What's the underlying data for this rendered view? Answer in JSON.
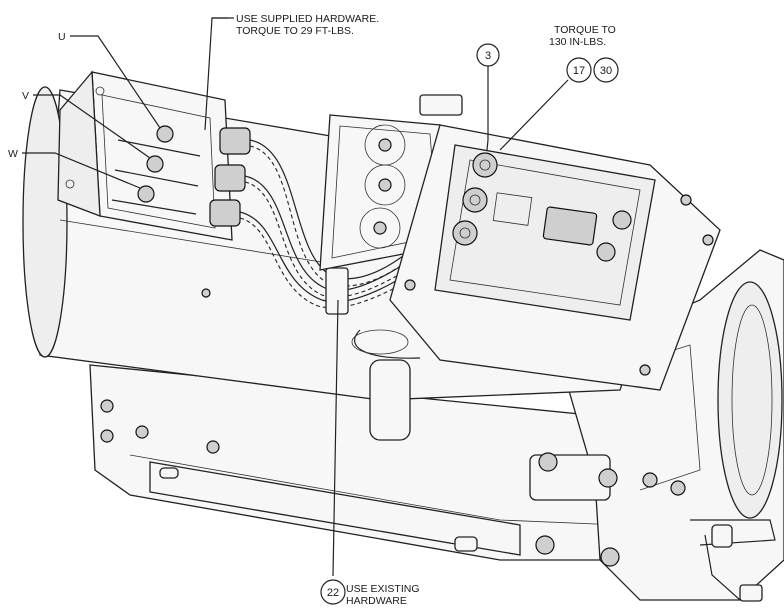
{
  "callouts": {
    "phase_u": "U",
    "phase_v": "V",
    "phase_w": "W",
    "hardware_line1": "USE SUPPLIED HARDWARE.",
    "hardware_line2": "TORQUE TO 29 FT-LBS.",
    "torque_line1": "TORQUE TO",
    "torque_line2": "130 IN-LBS.",
    "existing_line1": "USE EXISTING",
    "existing_line2": "HARDWARE"
  },
  "balloons": {
    "b3": "3",
    "b17": "17",
    "b30": "30",
    "b22": "22"
  }
}
